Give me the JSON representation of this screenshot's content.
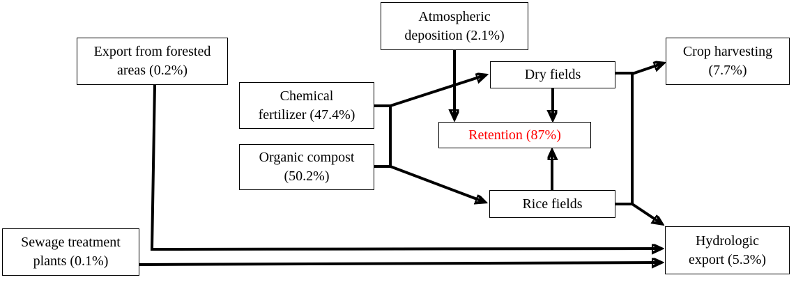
{
  "diagram": {
    "nodes": {
      "export_forested_areas": {
        "label": "Export from forested\nareas (0.2%)"
      },
      "atmospheric_deposition": {
        "label": "Atmospheric\ndeposition (2.1%)"
      },
      "chemical_fertilizer": {
        "label": "Chemical\nfertilizer (47.4%)"
      },
      "organic_compost": {
        "label": "Organic compost\n(50.2%)"
      },
      "dry_fields": {
        "label": "Dry fields"
      },
      "retention": {
        "label": "Retention (87%)"
      },
      "rice_fields": {
        "label": "Rice fields"
      },
      "crop_harvesting": {
        "label": "Crop harvesting\n(7.7%)"
      },
      "sewage_treatment_plants": {
        "label": "Sewage treatment\nplants (0.1%)"
      },
      "hydrologic_export": {
        "label": "Hydrologic\nexport (5.3%)"
      }
    },
    "edges": [
      {
        "from": "atmospheric_deposition",
        "to": "retention"
      },
      {
        "from": "chemical_fertilizer",
        "to": "dry_fields"
      },
      {
        "from": "chemical_fertilizer",
        "to": "rice_fields"
      },
      {
        "from": "organic_compost",
        "to": "dry_fields"
      },
      {
        "from": "organic_compost",
        "to": "rice_fields"
      },
      {
        "from": "dry_fields",
        "to": "retention"
      },
      {
        "from": "rice_fields",
        "to": "retention"
      },
      {
        "from": "dry_fields",
        "to": "crop_harvesting"
      },
      {
        "from": "rice_fields",
        "to": "hydrologic_export"
      },
      {
        "from": "export_forested_areas",
        "to": "hydrologic_export"
      },
      {
        "from": "sewage_treatment_plants",
        "to": "hydrologic_export"
      }
    ],
    "colors": {
      "background": "#ffffff",
      "box_border": "#000000",
      "text": "#000000",
      "retention_text": "#ff0000",
      "arrow": "#000000"
    }
  }
}
